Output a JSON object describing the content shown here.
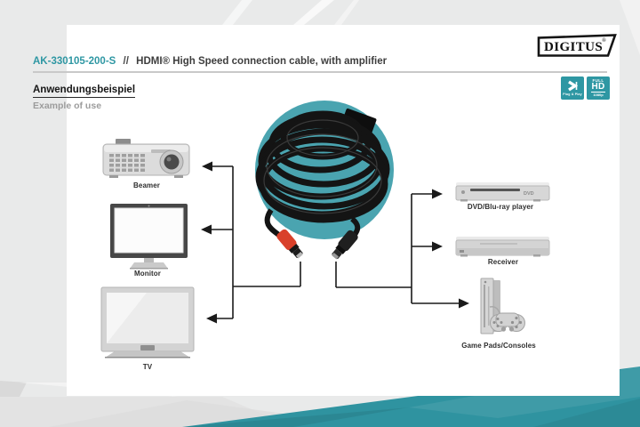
{
  "brand": {
    "logo_text": "DIGITUS",
    "registered_mark": "®"
  },
  "header": {
    "sku": "AK-330105-200-S",
    "separator": "//",
    "product_name": "HDMI® High Speed connection cable, with amplifier"
  },
  "section": {
    "title_de": "Anwendungsbeispiel",
    "title_en": "Example of use"
  },
  "badges": {
    "plug_play": {
      "caption": "Plug & Play"
    },
    "full_hd": {
      "line1": "FULL",
      "line2": "HD",
      "line3": "1080p"
    }
  },
  "diagram": {
    "left_devices": [
      {
        "label": "Beamer"
      },
      {
        "label": "Monitor"
      },
      {
        "label": "TV"
      }
    ],
    "right_devices": [
      {
        "label": "DVD/Blu-ray player",
        "marking": "DVD"
      },
      {
        "label": "Receiver"
      },
      {
        "label": "Game Pads/Consoles"
      }
    ]
  },
  "colors": {
    "accent_teal": "#2e97a3",
    "circle_teal": "#4aa4b0",
    "wedge_teal": "#2f93a0",
    "connector_red": "#d9402a",
    "line_black": "#1a1a1a"
  }
}
